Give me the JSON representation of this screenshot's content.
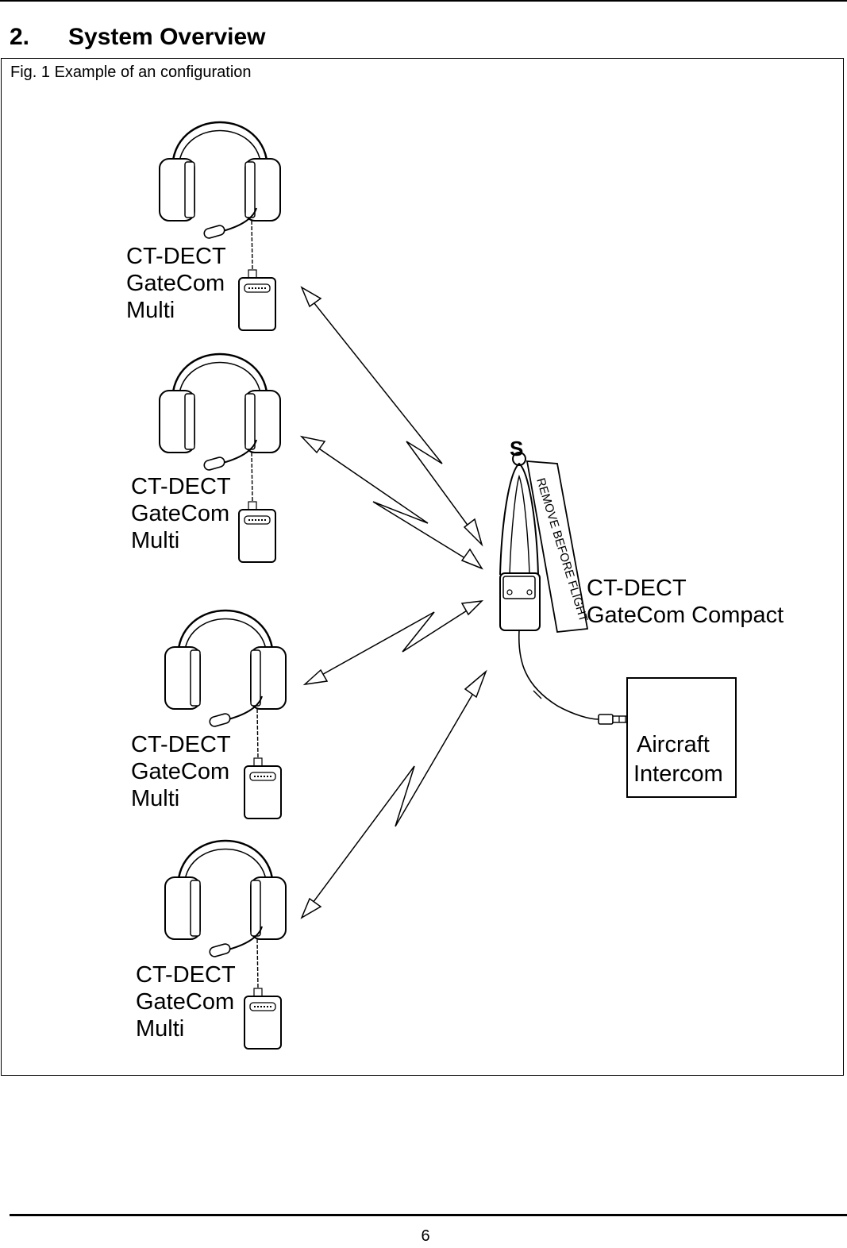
{
  "section": {
    "number": "2.",
    "title": "System Overview"
  },
  "figure": {
    "caption": "Fig. 1 Example of an configuration",
    "headset_units": [
      {
        "line1": "CT-DECT",
        "line2": "GateCom",
        "line3": "Multi"
      },
      {
        "line1": "CT-DECT",
        "line2": "GateCom",
        "line3": "Multi"
      },
      {
        "line1": "CT-DECT",
        "line2": "GateCom",
        "line3": "Multi"
      },
      {
        "line1": "CT-DECT",
        "line2": "GateCom",
        "line3": "Multi"
      }
    ],
    "base_unit": {
      "line1": "CT-DECT",
      "line2": "GateCom Compact",
      "tag": "REMOVE BEFORE FLIGHT"
    },
    "intercom": {
      "line1": "Aircraft",
      "line2": "Intercom"
    }
  },
  "page_number": "6"
}
